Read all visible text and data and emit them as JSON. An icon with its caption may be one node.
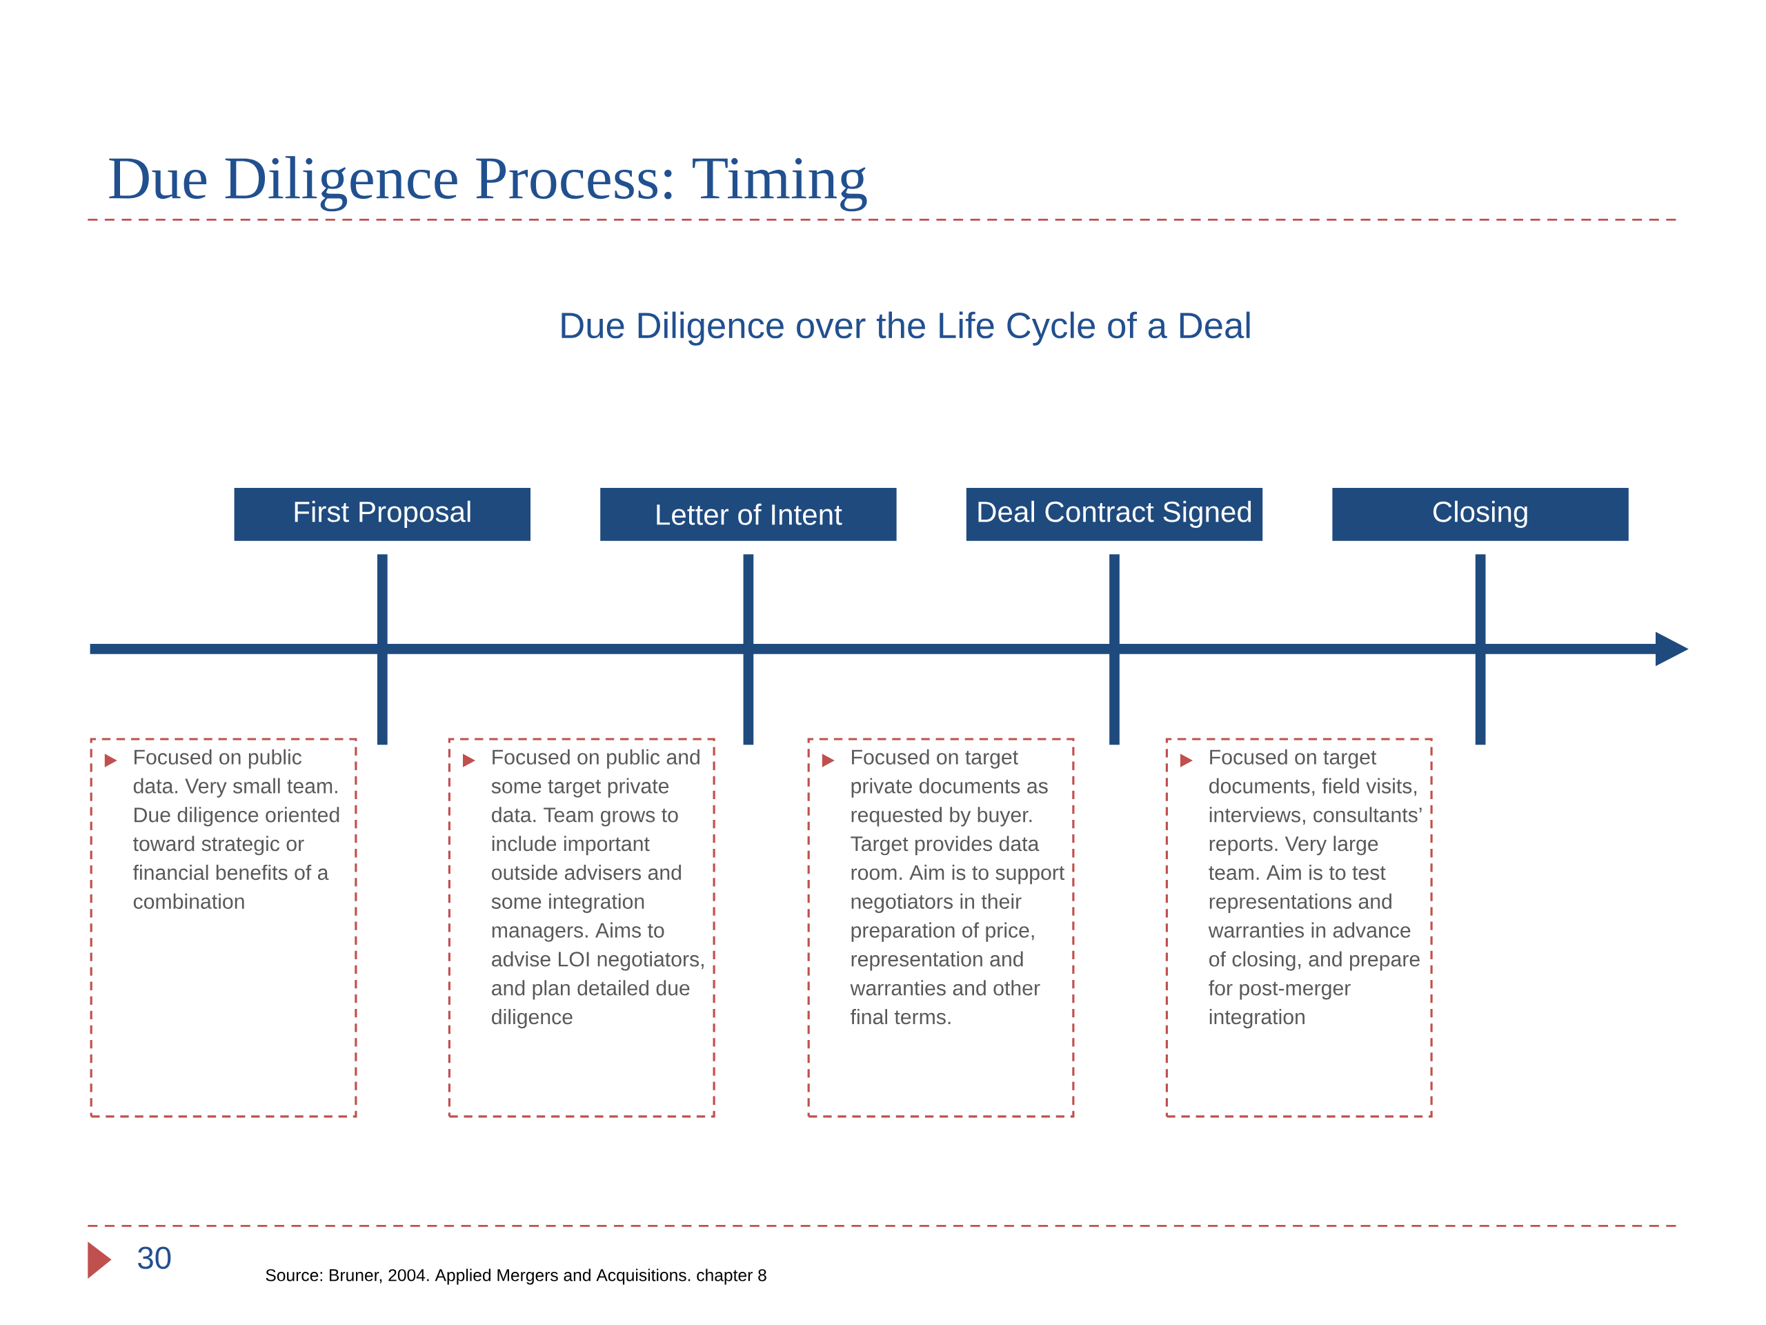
{
  "diagram": {
    "title": "Due Diligence Process: Timing",
    "nodes": [
      {
        "text": [
          "First Proposal"
        ]
      },
      {
        "text": [
          "Letter of Intent"
        ]
      },
      {
        "text": [
          "Deal Contract Signed"
        ]
      },
      {
        "text": [
          "Closing"
        ]
      },
      {
        "text": [
          "Focused on public data. Very small team. Due diligence oriented toward strategic or financial benefits of a combination"
        ]
      },
      {
        "text": [
          "Focused on public and some target private data. Team grows to include important outside advisers and some integration managers. Aims to advise LOI negotiators, and plan detailed due diligence"
        ]
      },
      {
        "text": [
          "Focused on target private documents as requested by buyer. Target provides data room. Aim is to support negotiators in their preparation of price, representation and warranties and other final terms."
        ]
      },
      {
        "text": [
          "Focused on target documents, field visits, interviews, consultants’ reports. Very large team. Aim is to test representations and warranties in advance of closing, and prepare for post-merger integration"
        ]
      }
    ],
    "labels": [
      "Due Diligence over the Life Cycle of a Deal",
      "30",
      "Source: Bruner, 2004. Applied Mergers and Acquisitions. chapter 8"
    ]
  }
}
